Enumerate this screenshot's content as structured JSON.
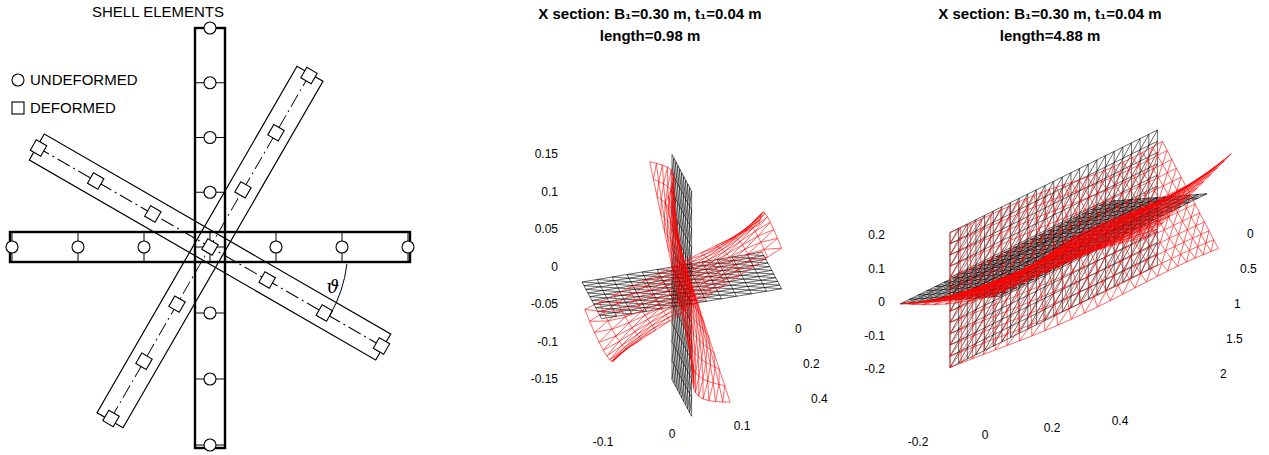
{
  "diagram": {
    "labels": [
      "SHELL ELEMENTS",
      "ϑ",
      "X section: B₁=0.30 m, t₁=0.04 m",
      "length=0.98 m",
      "0.15",
      "0.1",
      "0.05",
      "0",
      "-0.05",
      "-0.1",
      "-0.15",
      "-0.1",
      "0",
      "0.1",
      "0",
      "0.2",
      "0.4",
      "X section: B₁=0.30 m, t₁=0.04 m",
      "length=4.88 m",
      "0.2",
      "0.1",
      "0",
      "-0.1",
      "-0.2",
      "-0.2",
      "0",
      "0.2",
      "0.4",
      "0",
      "0.5",
      "1",
      "1.5",
      "2"
    ],
    "legend": [
      {
        "text": "UNDEFORMED"
      },
      {
        "text": "DEFORMED"
      }
    ]
  }
}
